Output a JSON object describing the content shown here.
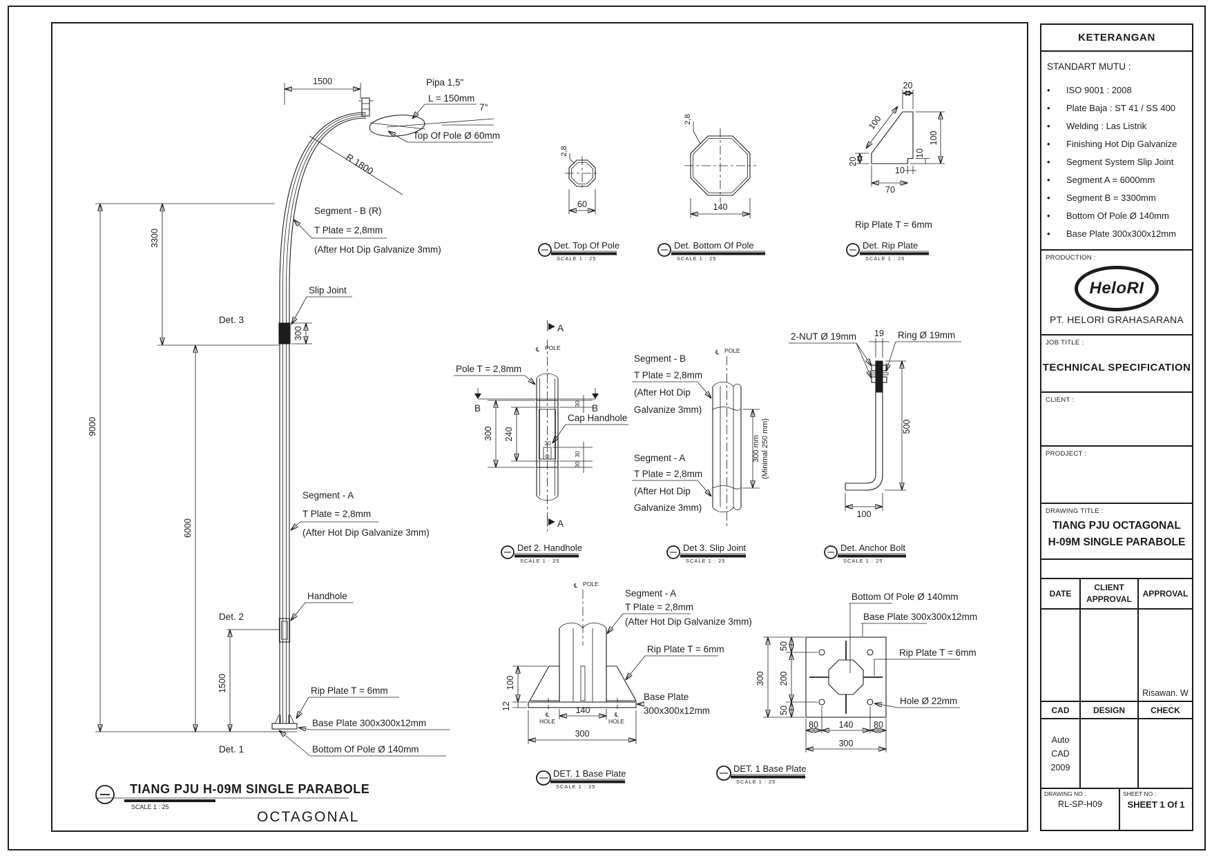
{
  "page": {
    "bg": "#ffffff",
    "ink": "#1c1c1c"
  },
  "main": {
    "pole": {
      "dim_top": "1500",
      "pipa": "Pipa 1,5\"",
      "pipa_len": "L = 150mm",
      "angle": "7°",
      "top_of_pole": "Top Of Pole Ø 60mm",
      "radius": "R 1800",
      "seg_b": "Segment - B (R)",
      "seg_b_t": "T Plate = 2,8mm",
      "seg_b_g": "(After Hot Dip Galvanize 3mm)",
      "slip_joint": "Slip Joint",
      "det3": "Det. 3",
      "dim_300": "300",
      "dim_3300": "3300",
      "dim_9000": "9000",
      "dim_6000": "6000",
      "seg_a": "Segment - A",
      "seg_a_t": "T Plate = 2,8mm",
      "seg_a_g": "(After Hot Dip Galvanize 3mm)",
      "handhole": "Handhole",
      "det2": "Det. 2",
      "dim_1500": "1500",
      "rip": "Rip Plate T = 6mm",
      "base": "Base Plate 300x300x12mm",
      "det1": "Det. 1",
      "bottom": "Bottom Of Pole Ø 140mm",
      "title": "TIANG PJU H-09M SINGLE PARABOLE",
      "octagonal": "OCTAGONAL"
    },
    "det_top": {
      "t": "2,8",
      "dim": "60",
      "label": "Det. Top Of Pole"
    },
    "det_bottom": {
      "t": "2,8",
      "dim": "140",
      "label": "Det. Bottom Of Pole"
    },
    "det_rip": {
      "d20_top": "20",
      "d100_diag": "100",
      "d20_left": "20",
      "d10_bot": "10",
      "d70": "70",
      "d10_right": "10",
      "d100_right": "100",
      "note": "Rip Plate T = 6mm",
      "label": "Det. Rip Plate"
    },
    "det_handhole": {
      "a": "A",
      "b": "B",
      "pole_t": "Pole T = 2,8mm",
      "cap": "Cap Handhole",
      "d300": "300",
      "d240": "240",
      "d30_top": "30",
      "d30_mid": "30",
      "d30_bot": "30",
      "d30_cap": "30",
      "label": "Det 2. Handhole"
    },
    "det_slip": {
      "seg_b": "Segment - B",
      "seg_b_t": "T Plate = 2,8mm",
      "seg_b_g1": "(After Hot Dip",
      "seg_b_g2": "Galvanize 3mm)",
      "seg_a": "Segment - A",
      "seg_a_t": "T Plate = 2,8mm",
      "seg_a_g1": "(After Hot Dip",
      "seg_a_g2": "Galvanize 3mm)",
      "d300": "300 mm",
      "d300_min": "(Minimal 250 mm)",
      "label": "Det 3. Slip Joint"
    },
    "det_anchor": {
      "nut": "2-NUT Ø 19mm",
      "ring": "Ring Ø 19mm",
      "d19": "19",
      "d500": "500",
      "d100": "100",
      "label": "Det. Anchor Bolt"
    },
    "det_base_side": {
      "seg_a": "Segment - A",
      "t": "T Plate = 2,8mm",
      "g": "(After Hot Dip Galvanize 3mm)",
      "rip": "Rip Plate T = 6mm",
      "base1": "Base Plate",
      "base2": "300x300x12mm",
      "hole": "HOLE",
      "d100": "100",
      "d12": "12",
      "d140": "140",
      "d300": "300",
      "label": "DET. 1 Base Plate"
    },
    "det_base_plan": {
      "bottom": "Bottom Of Pole Ø 140mm",
      "base": "Base Plate 300x300x12mm",
      "rip": "Rip Plate T = 6mm",
      "hole": "Hole Ø 22mm",
      "d50_top": "50",
      "d200": "200",
      "d50_bot": "50",
      "d300_left": "300",
      "d80_left": "80",
      "d140": "140",
      "d80_right": "80",
      "d300_bot": "300",
      "label": "DET. 1 Base Plate"
    },
    "common": {
      "scale": "SCALE 1 : 25",
      "cl": "℄",
      "pole": "POLE"
    }
  },
  "titleblock": {
    "keterangan": "KETERANGAN",
    "standart_mutu": "STANDART MUTU :",
    "bullets": [
      "ISO 9001 : 2008",
      "Plate Baja : ST 41 / SS 400",
      "Welding : Las Listrik",
      "Finishing Hot Dip Galvanize",
      "Segment System Slip Joint",
      "Segment A = 6000mm",
      "Segment B = 3300mm",
      "Bottom Of Pole Ø 140mm",
      "Base Plate 300x300x12mm"
    ],
    "production_label": "PRODUCTION :",
    "logo": "HeloRI",
    "company": "PT. HELORI GRAHASARANA",
    "job_title_label": "JOB TITLE :",
    "job_title": "TECHNICAL SPECIFICATION",
    "client_label": "CLIENT :",
    "project_label": "PRODJECT :",
    "drawing_title_label": "DRAWING TITLE :",
    "drawing_title_1": "TIANG PJU OCTAGONAL",
    "drawing_title_2": "H-09M SINGLE PARABOLE",
    "col_date": "DATE",
    "col_client_1": "CLIENT",
    "col_client_2": "APPROVAL",
    "col_approval": "APPROVAL",
    "signature": "Risawan. W",
    "cad": "CAD",
    "design": "DESIGN",
    "check": "CHECK",
    "cad_lines": [
      "Auto",
      "CAD",
      "2009"
    ],
    "drawing_no_label": "DRAWING NO :",
    "drawing_no": "RL-SP-H09",
    "sheet_no_label": "SHEET NO :",
    "sheet_no": "SHEET 1 Of 1"
  }
}
